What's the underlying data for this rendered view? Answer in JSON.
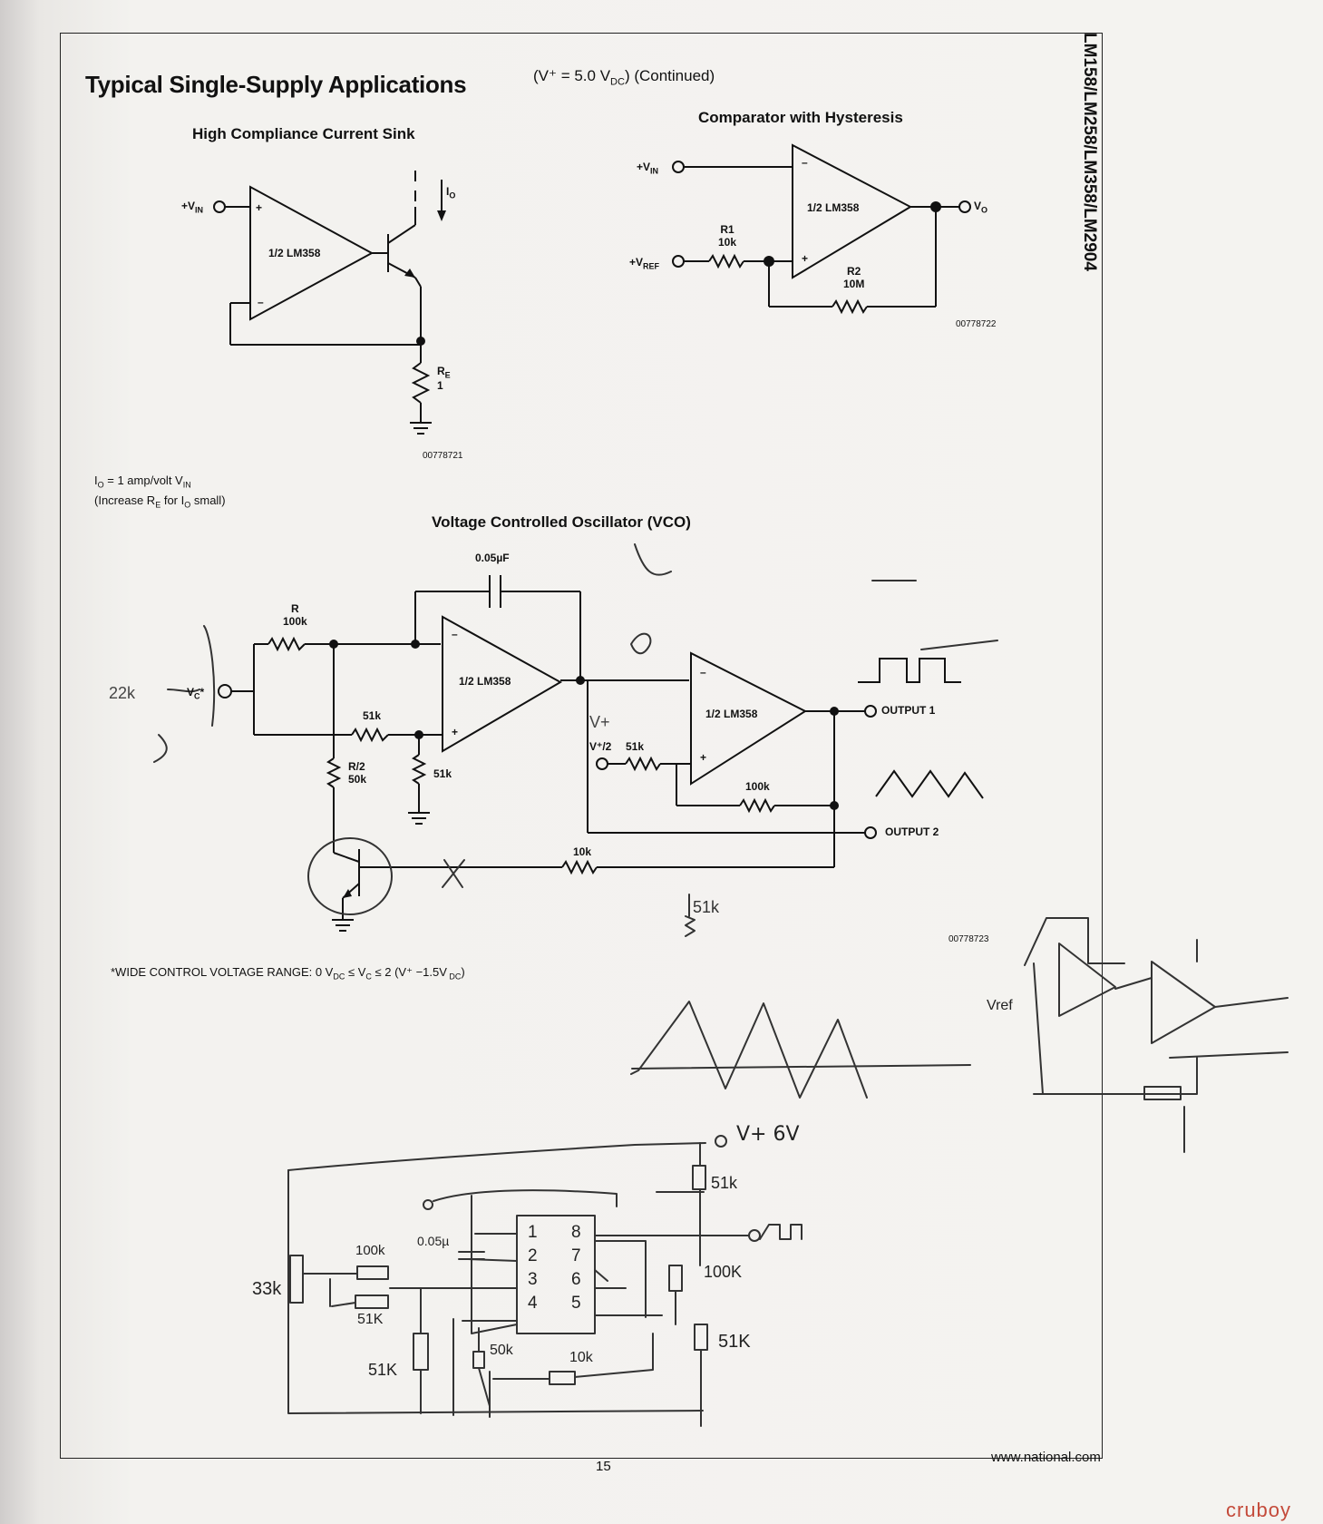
{
  "header": {
    "title": "Typical Single-Supply Applications",
    "condition": "(V⁺ = 5.0 V",
    "condition_sub": "DC",
    "condition_tail": ")  (Continued)",
    "side_label": "LM158/LM258/LM358/LM2904"
  },
  "circuits": {
    "sink": {
      "title": "High Compliance Current Sink",
      "opamp": "1/2 LM358",
      "vin": "+V",
      "vin_sub": "IN",
      "io": "I",
      "io_sub": "O",
      "re": "R",
      "re_sub": "E",
      "re_val": "1",
      "fig_id": "00778721",
      "note1": "I",
      "note1_b": "O",
      "note1_c": " = 1 amp/volt V",
      "note1_d": "IN",
      "note2": "(Increase R",
      "note2_b": "E",
      "note2_c": " for I",
      "note2_d": "O",
      "note2_e": " small)"
    },
    "comparator": {
      "title": "Comparator with Hysteresis",
      "opamp": "1/2 LM358",
      "vin": "+V",
      "vin_sub": "IN",
      "vref": "+V",
      "vref_sub": "REF",
      "vo": "V",
      "vo_sub": "O",
      "r1": "R1",
      "r1_val": "10k",
      "r2": "R2",
      "r2_val": "10M",
      "fig_id": "00778722"
    },
    "vco": {
      "title": "Voltage Controlled Oscillator (VCO)",
      "cap": "0.05µF",
      "r": "R",
      "r_val": "100k",
      "r51a": "51k",
      "r51b": "51k",
      "r2": "R/2",
      "r2_val": "50k",
      "opamp1": "1/2 LM358",
      "opamp2": "1/2 LM358",
      "vplus2": "V⁺/2",
      "r51c": "51k",
      "r100k": "100k",
      "r10k": "10k",
      "vc": "V",
      "vc_sub": "C",
      "out1": "OUTPUT 1",
      "out2": "OUTPUT 2",
      "fig_id": "00778723",
      "range_note": "*WIDE CONTROL VOLTAGE RANGE: 0 V",
      "range_sub1": "DC",
      "range_mid": " ≤ V",
      "range_sub2": "C",
      "range_tail": " ≤ 2 (V⁺ −1.5V",
      "range_sub3": " DC",
      "range_end": ")"
    }
  },
  "handwriting": {
    "vplus6v": "V+ 6V",
    "r51k_top": "51k",
    "r100k_right": "100K",
    "r51k_right": "51K",
    "cap": "0.05µ",
    "r100k": "100k",
    "r51k_mid": "51K",
    "r33k": "33k",
    "r51k_low": "51K",
    "r50k": "50k",
    "r10k": "10k",
    "pins": [
      "1",
      "2",
      "3",
      "4",
      "8",
      "7",
      "6",
      "5"
    ],
    "r22k": "22k",
    "v4": "V+",
    "r51k_vco": "51k",
    "vref": "Vref"
  },
  "footer": {
    "page": "15",
    "url": "www.national.com",
    "watermark": "cruboy"
  }
}
